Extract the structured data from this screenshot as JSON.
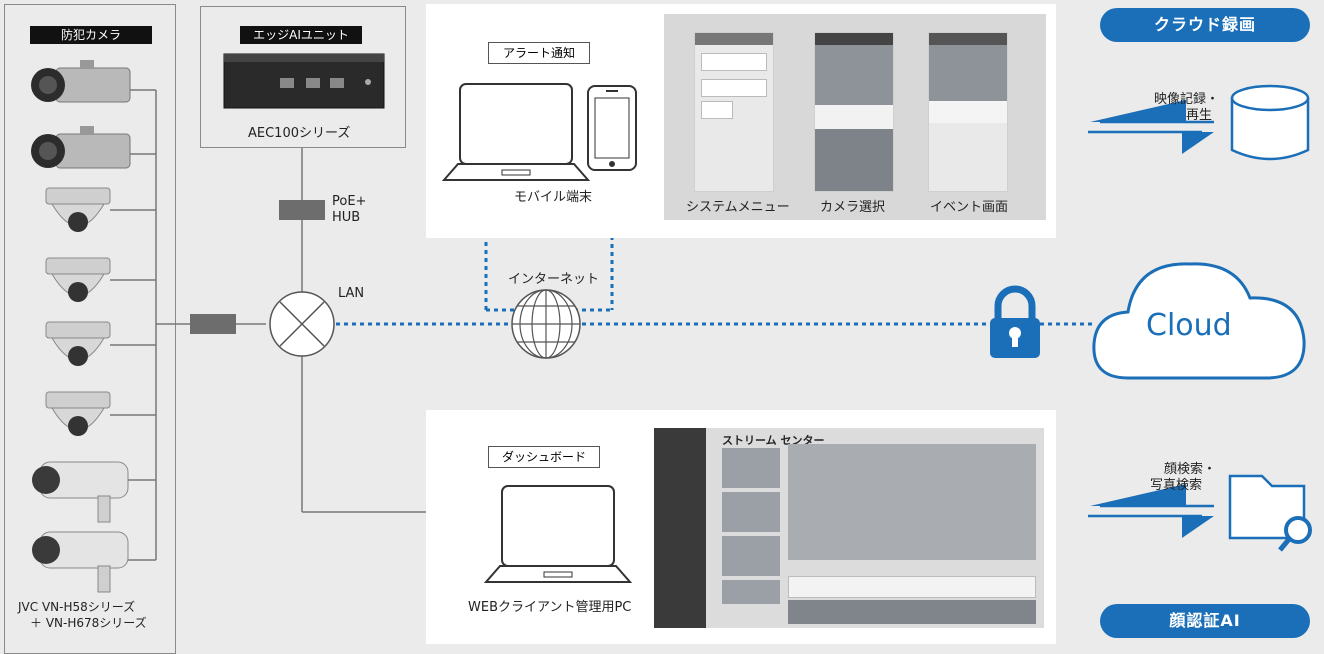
{
  "cameras": {
    "header": "防犯カメラ",
    "caption_line1": "JVC VN-H58シリーズ",
    "caption_line2": "＋ VN-H678シリーズ"
  },
  "edge_unit": {
    "header": "エッジAIユニット",
    "model": "AEC100シリーズ"
  },
  "network": {
    "poe_hub_line1": "PoE+",
    "poe_hub_line2": "HUB",
    "lan": "LAN",
    "internet": "インターネット",
    "cloud": "Cloud"
  },
  "alert": {
    "label": "アラート通知",
    "mobile_caption": "モバイル端末",
    "screens": [
      "システムメニュー",
      "カメラ選択",
      "イベント画面"
    ]
  },
  "dashboard": {
    "label": "ダッシュボード",
    "pc_caption": "WEBクライアント管理用PC",
    "screen_title": "ストリーム センター"
  },
  "cloud_recording": {
    "title": "クラウド録画",
    "desc_line1": "映像記録・",
    "desc_line2": "再生"
  },
  "face_ai": {
    "title": "顔認証AI",
    "desc_line1": "顔検索・",
    "desc_line2": "写真検索"
  },
  "colors": {
    "accent": "#1a6fb8",
    "dotted": "#1a6fb8",
    "frame": "#8a8a8a"
  },
  "icons": [
    "camera-icon",
    "dome-camera-icon",
    "bullet-camera-icon",
    "switch-icon",
    "globe-icon",
    "lock-icon",
    "cloud-icon",
    "database-icon",
    "folder-search-icon",
    "laptop-icon",
    "smartphone-icon"
  ]
}
